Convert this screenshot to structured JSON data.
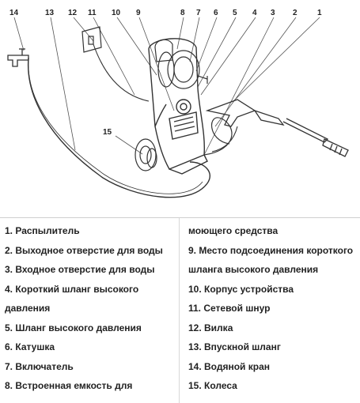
{
  "callouts": [
    "14",
    "13",
    "12",
    "11",
    "10",
    "9",
    "8",
    "7",
    "6",
    "5",
    "4",
    "3",
    "2",
    "1",
    "15"
  ],
  "legend_left": [
    "1. Распылитель",
    "2. Выходное отверстие для воды",
    "3. Входное отверстие для воды",
    "4. Короткий шланг высокого",
    "давления",
    "5. Шланг высокого давления",
    "6. Катушка",
    "7. Включатель",
    "8. Встроенная емкость для"
  ],
  "legend_right": [
    "моющего средства",
    "9. Место подсоединения короткого",
    "шланга высокого давления",
    "10. Корпус устройства",
    "11. Сетевой шнур",
    "12. Вилка",
    "13. Впускной шланг",
    "14. Водяной кран",
    "15. Колеса"
  ]
}
